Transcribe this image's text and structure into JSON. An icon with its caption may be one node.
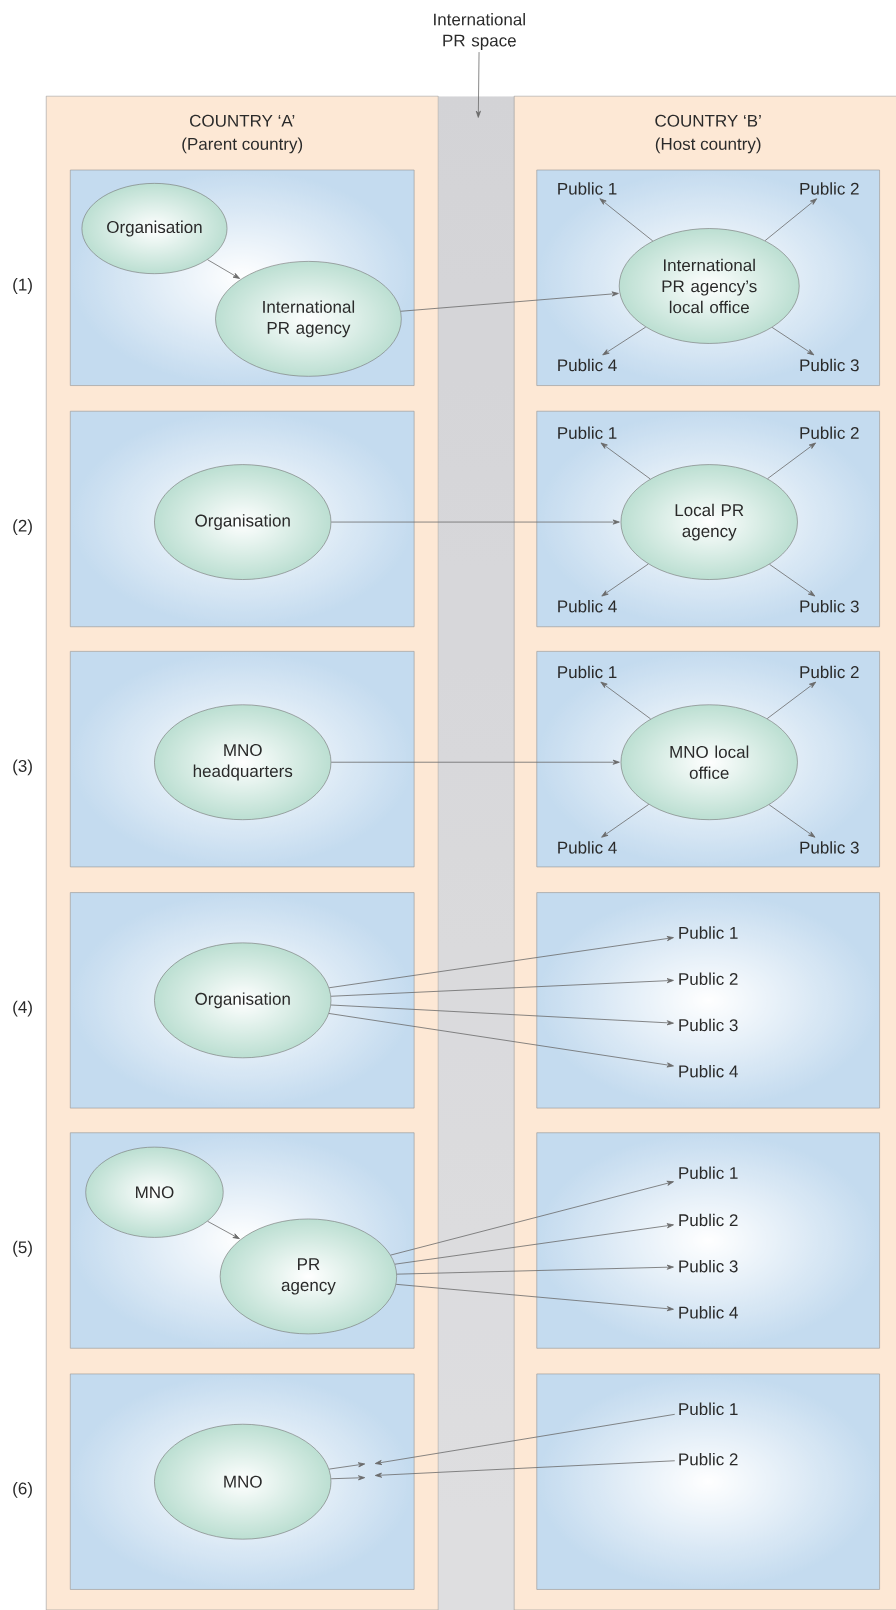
{
  "diagram": {
    "nodes": [
      {
        "text": [
          "International PR space"
        ]
      },
      {
        "text": [
          "COUNTRY ‘A’",
          "(Parent country)"
        ]
      },
      {
        "text": [
          "COUNTRY ‘B’",
          "(Host country)"
        ]
      },
      {
        "text": [],
        "shape": "box",
        "in": 1
      },
      {
        "text": [
          "Organisation"
        ],
        "in": 3
      },
      {
        "text": [
          "International PR agency"
        ],
        "in": 3
      },
      {
        "text": [],
        "shape": "box",
        "in": 2
      },
      {
        "text": [
          "Public 1"
        ],
        "in": 6
      },
      {
        "text": [
          "Public 2"
        ],
        "in": 6
      },
      {
        "text": [
          "International PR agency’s local office"
        ],
        "in": 6
      },
      {
        "text": [
          "Public 4"
        ],
        "in": 6
      },
      {
        "text": [
          "Public 3"
        ],
        "in": 6
      },
      {
        "text": [],
        "shape": "box",
        "in": 1
      },
      {
        "text": [
          "Organisation"
        ],
        "in": 12
      },
      {
        "text": [],
        "shape": "box",
        "in": 2
      },
      {
        "text": [
          "Public 1"
        ],
        "in": 14
      },
      {
        "text": [
          "Public 2"
        ],
        "in": 14
      },
      {
        "text": [
          "Local PR agency"
        ],
        "in": 14
      },
      {
        "text": [
          "Public 4"
        ],
        "in": 14
      },
      {
        "text": [
          "Public 3"
        ],
        "in": 14
      },
      {
        "text": [],
        "shape": "box",
        "in": 1
      },
      {
        "text": [
          "MNO headquarters"
        ],
        "in": 20
      },
      {
        "text": [],
        "shape": "box",
        "in": 2
      },
      {
        "text": [
          "Public 1"
        ],
        "in": 22
      },
      {
        "text": [
          "Public 2"
        ],
        "in": 22
      },
      {
        "text": [
          "MNO local office"
        ],
        "in": 22
      },
      {
        "text": [
          "Public 4"
        ],
        "in": 22
      },
      {
        "text": [
          "Public 3"
        ],
        "in": 22
      },
      {
        "text": [],
        "shape": "box",
        "in": 1
      },
      {
        "text": [
          "Organisation"
        ],
        "in": 28
      },
      {
        "text": [],
        "shape": "box",
        "in": 2
      },
      {
        "text": [
          "Public 1"
        ],
        "in": 30
      },
      {
        "text": [
          "Public 2"
        ],
        "in": 30
      },
      {
        "text": [
          "Public 3"
        ],
        "in": 30
      },
      {
        "text": [
          "Public 4"
        ],
        "in": 30
      },
      {
        "text": [],
        "shape": "box",
        "in": 1
      },
      {
        "text": [
          "MNO"
        ],
        "in": 35
      },
      {
        "text": [
          "PR agency"
        ],
        "in": 35
      },
      {
        "text": [],
        "shape": "box",
        "in": 2
      },
      {
        "text": [
          "Public 1"
        ],
        "in": 38
      },
      {
        "text": [
          "Public 2"
        ],
        "in": 38
      },
      {
        "text": [
          "Public 3"
        ],
        "in": 38
      },
      {
        "text": [
          "Public 4"
        ],
        "in": 38
      },
      {
        "text": [],
        "shape": "box",
        "in": 1
      },
      {
        "text": [
          "MNO"
        ],
        "in": 43
      },
      {
        "text": [],
        "shape": "box",
        "in": 2
      },
      {
        "text": [
          "Public 1"
        ],
        "in": 45
      },
      {
        "text": [
          "Public 2"
        ],
        "in": 45
      }
    ],
    "edges": [
      {
        "from": 0,
        "to": null,
        "arrow": "to"
      },
      {
        "from": 4,
        "to": 5,
        "arrow": "to"
      },
      {
        "from": 5,
        "to": 9,
        "arrow": "to"
      },
      {
        "from": 9,
        "to": 7,
        "arrow": "to"
      },
      {
        "from": 9,
        "to": 8,
        "arrow": "to"
      },
      {
        "from": 9,
        "to": 10,
        "arrow": "to"
      },
      {
        "from": 9,
        "to": 11,
        "arrow": "to"
      },
      {
        "from": 13,
        "to": 17,
        "arrow": "to"
      },
      {
        "from": 17,
        "to": 15,
        "arrow": "to"
      },
      {
        "from": 17,
        "to": 16,
        "arrow": "to"
      },
      {
        "from": 17,
        "to": 18,
        "arrow": "to"
      },
      {
        "from": 17,
        "to": 19,
        "arrow": "to"
      },
      {
        "from": 21,
        "to": 25,
        "arrow": "to"
      },
      {
        "from": 25,
        "to": 23,
        "arrow": "to"
      },
      {
        "from": 25,
        "to": 24,
        "arrow": "to"
      },
      {
        "from": 25,
        "to": 26,
        "arrow": "to"
      },
      {
        "from": 25,
        "to": 27,
        "arrow": "to"
      },
      {
        "from": 29,
        "to": 31,
        "arrow": "to"
      },
      {
        "from": 29,
        "to": 32,
        "arrow": "to"
      },
      {
        "from": 29,
        "to": 33,
        "arrow": "to"
      },
      {
        "from": 29,
        "to": 34,
        "arrow": "to"
      },
      {
        "from": 36,
        "to": 37,
        "arrow": "to"
      },
      {
        "from": 37,
        "to": 39,
        "arrow": "to"
      },
      {
        "from": 37,
        "to": 40,
        "arrow": "to"
      },
      {
        "from": 37,
        "to": 41,
        "arrow": "to"
      },
      {
        "from": 37,
        "to": 42,
        "arrow": "to"
      },
      {
        "from": 44,
        "to": null,
        "arrow": "to"
      },
      {
        "from": 44,
        "to": null,
        "arrow": "to"
      },
      {
        "from": 46,
        "to": null,
        "arrow": "to"
      },
      {
        "from": 47,
        "to": null,
        "arrow": "to"
      }
    ],
    "labels": [
      "(1)",
      "(2)",
      "(3)",
      "(4)",
      "(5)",
      "(6)"
    ]
  }
}
